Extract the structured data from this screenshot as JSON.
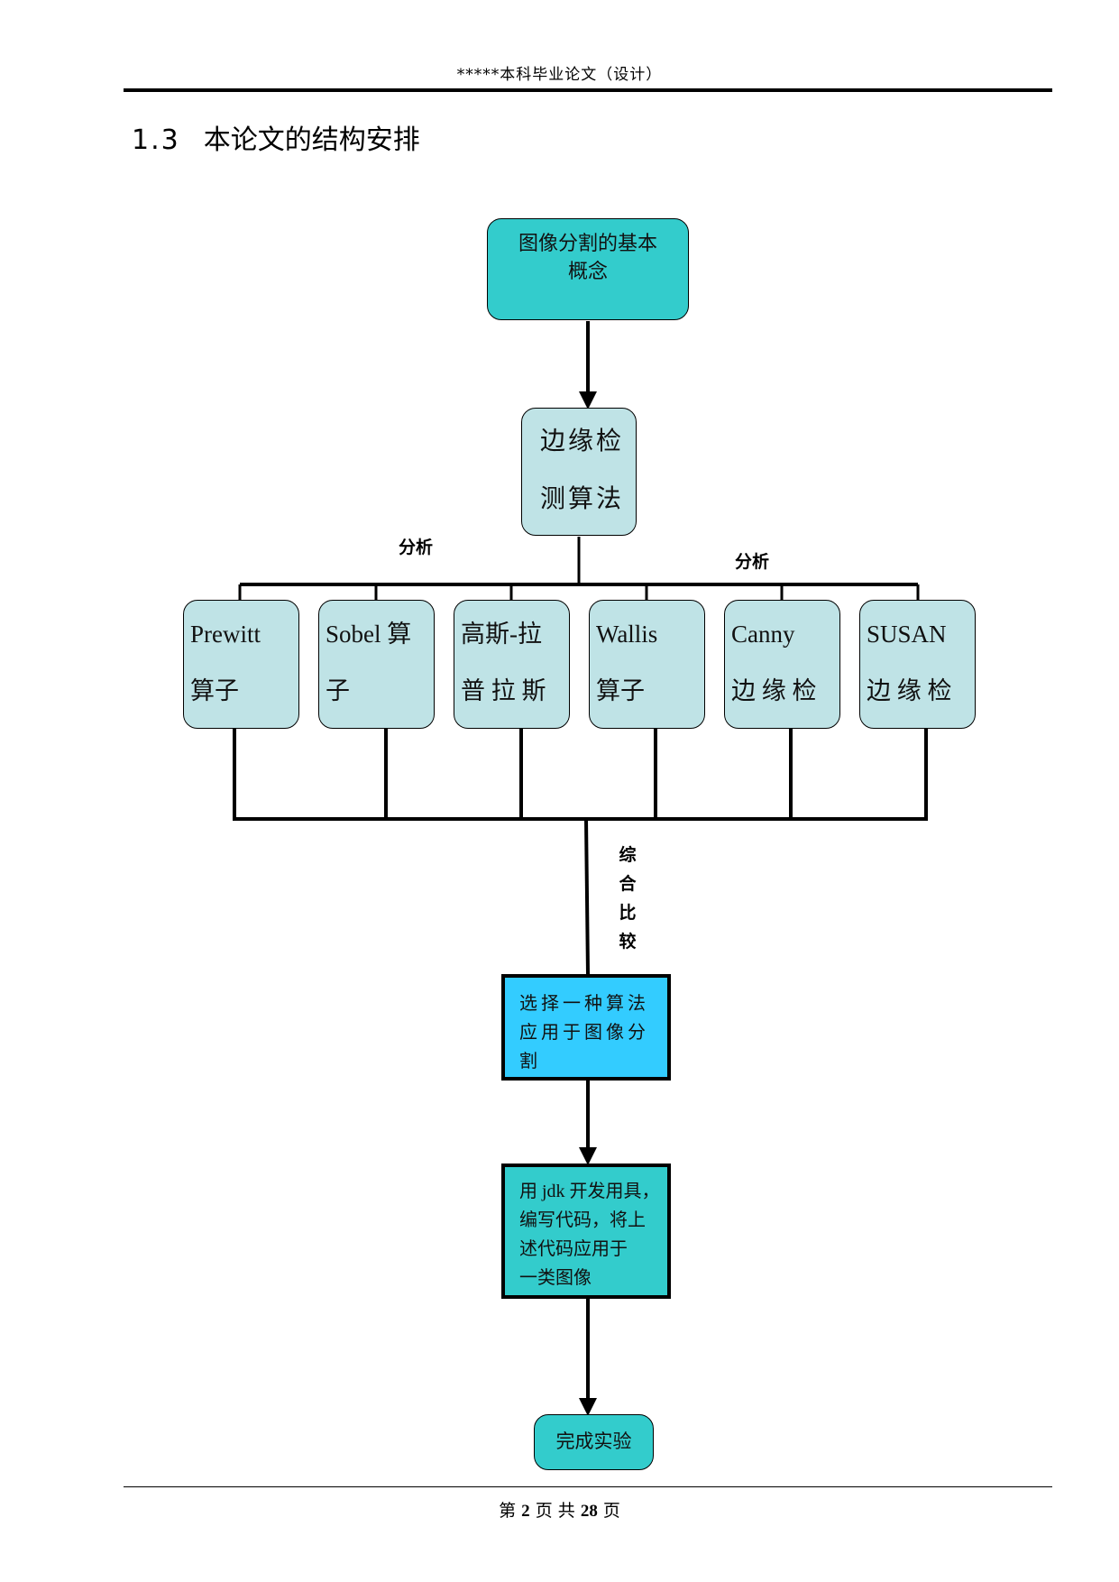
{
  "header": {
    "text": "*****本科毕业论文（设计）"
  },
  "section": {
    "number": "1.3",
    "title": "本论文的结构安排"
  },
  "diagram": {
    "top_node": "图像分割的基本概念",
    "top_node_lines": [
      "图像分割的基本",
      "概念"
    ],
    "edge_node_lines": [
      "边缘检",
      "测算法"
    ],
    "analysis_label_left": "分析",
    "analysis_label_right": "分析",
    "algorithms": [
      {
        "line1": "Prewitt",
        "line2": "算子"
      },
      {
        "line1": "Sobel 算",
        "line2": "子"
      },
      {
        "line1": "高斯-拉",
        "line2": "普 拉 斯"
      },
      {
        "line1": "Wallis",
        "line2": "算子"
      },
      {
        "line1": "Canny",
        "line2": "边 缘 检"
      },
      {
        "line1": "SUSAN",
        "line2": "边 缘 检"
      }
    ],
    "compare_label": [
      "综",
      "合",
      "比",
      "较"
    ],
    "choose_node_lines": [
      "选择一种算法",
      "应用于图像分",
      "割"
    ],
    "jdk_node_lines": [
      "用 jdk 开发用具，",
      "编写代码，将上",
      "述代码应用于",
      "一类图像"
    ],
    "final_node": "完成实验"
  },
  "footer": {
    "prefix": "第",
    "page": "2",
    "middle": "页  共",
    "total": "28",
    "suffix": "页"
  }
}
